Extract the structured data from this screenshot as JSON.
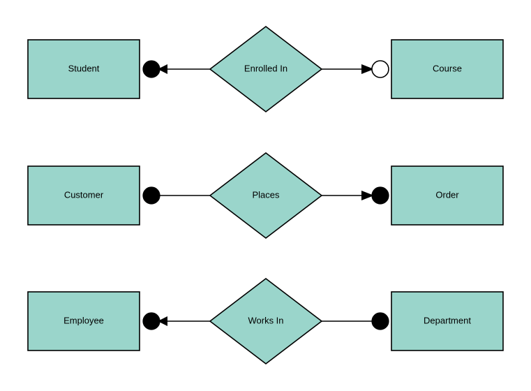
{
  "diagram": {
    "type": "entity-relationship-diagram",
    "background_color": "#ffffff",
    "shape_fill_color": "#9AD5CB",
    "shape_stroke_color": "#000000",
    "connector_color": "#000000",
    "rows": [
      {
        "id": "row-enrolled-in",
        "left_entity": "Student",
        "relationship": "Enrolled In",
        "right_entity": "Course",
        "left_connector": {
          "marker": "filled-circle",
          "arrow": "left"
        },
        "right_connector": {
          "marker": "open-circle",
          "arrow": "right"
        }
      },
      {
        "id": "row-places",
        "left_entity": "Customer",
        "relationship": "Places",
        "right_entity": "Order",
        "left_connector": {
          "marker": "filled-circle",
          "arrow": "none"
        },
        "right_connector": {
          "marker": "filled-circle",
          "arrow": "right"
        }
      },
      {
        "id": "row-works-in",
        "left_entity": "Employee",
        "relationship": "Works In",
        "right_entity": "Department",
        "left_connector": {
          "marker": "filled-circle",
          "arrow": "left"
        },
        "right_connector": {
          "marker": "filled-circle",
          "arrow": "none"
        }
      }
    ]
  }
}
